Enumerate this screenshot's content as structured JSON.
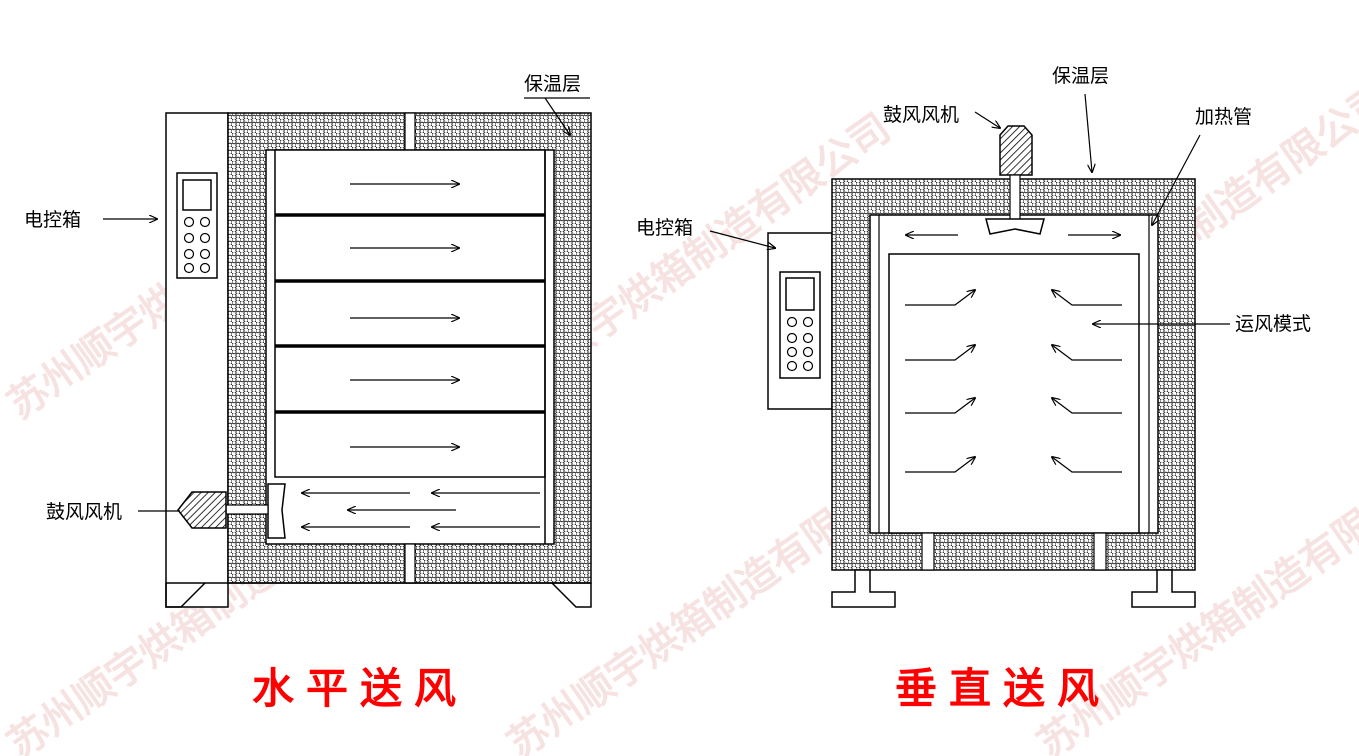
{
  "colors": {
    "title": "#ff0000",
    "watermark": "#e7a3a3",
    "line": "#000000",
    "background": "#ffffff"
  },
  "watermark_text": "苏州顺宇烘箱制造有限公司",
  "left_diagram": {
    "labels": {
      "insulation": "保温层",
      "control_box": "电控箱",
      "blower": "鼓风风机"
    },
    "title": "水平送风"
  },
  "right_diagram": {
    "labels": {
      "insulation": "保温层",
      "blower": "鼓风风机",
      "heating_tube": "加热管",
      "control_box": "电控箱",
      "airflow_mode": "运风模式"
    },
    "title": "垂直送风"
  }
}
